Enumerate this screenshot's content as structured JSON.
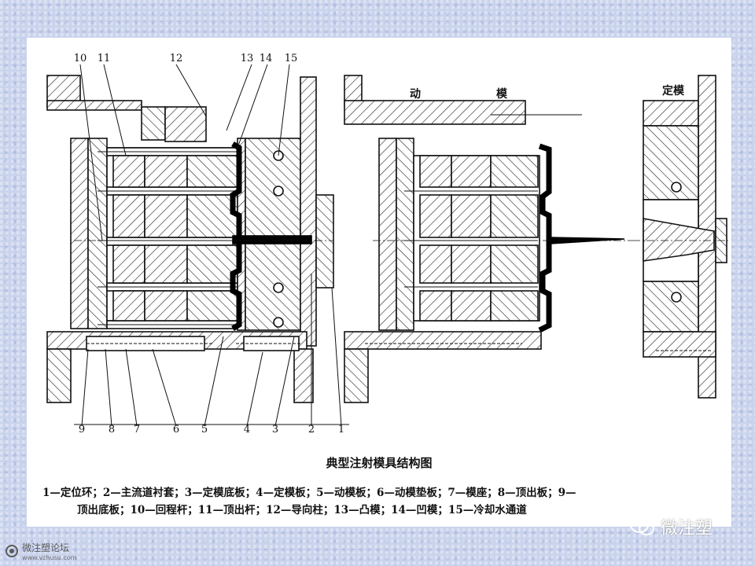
{
  "labels": {
    "top": [
      "10",
      "11",
      "12",
      "13",
      "14",
      "15"
    ],
    "bottom": [
      "9",
      "8",
      "7",
      "6",
      "5",
      "4",
      "3",
      "2",
      "1"
    ],
    "moving_half": [
      "动",
      "模"
    ],
    "fixed_half": "定模"
  },
  "caption": "典型注射模具结构图",
  "legend": {
    "line1": "1—定位环；2—主流道衬套；3—定模底板；4—定模板；5—动模板；6—动模垫板；7—模座；8—顶出板；9—",
    "line2": "顶出底板；10—回程杆；11—顶出杆；12—导向柱；13—凸模；14—凹模；15—冷却水通道"
  },
  "watermark": {
    "left": "微注塑论坛",
    "left_url": "www.vzhusu.com",
    "right": "微注塑"
  }
}
